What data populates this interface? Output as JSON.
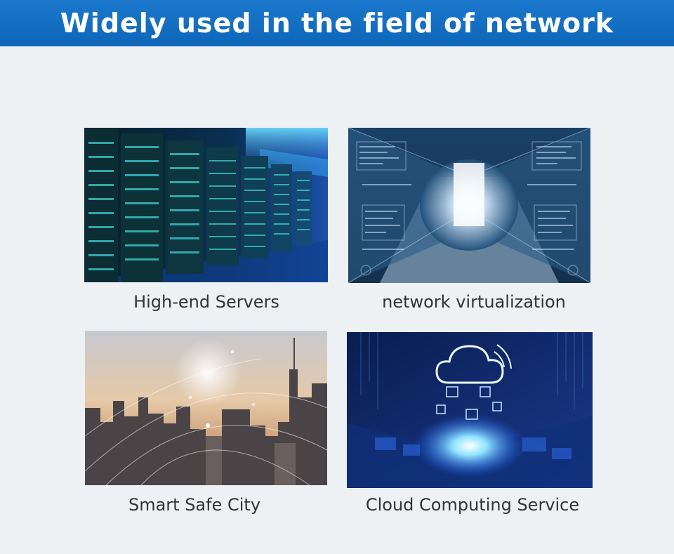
{
  "header": {
    "title": "Widely used in the field of network",
    "background": "#1470c4"
  },
  "items": [
    {
      "caption": "High-end Servers",
      "image": "server-racks-photo"
    },
    {
      "caption": "network virtualization",
      "image": "virtual-datacenter-photo"
    },
    {
      "caption": "Smart Safe City",
      "image": "city-skyline-photo"
    },
    {
      "caption": "Cloud Computing Service",
      "image": "cloud-chip-photo"
    }
  ]
}
